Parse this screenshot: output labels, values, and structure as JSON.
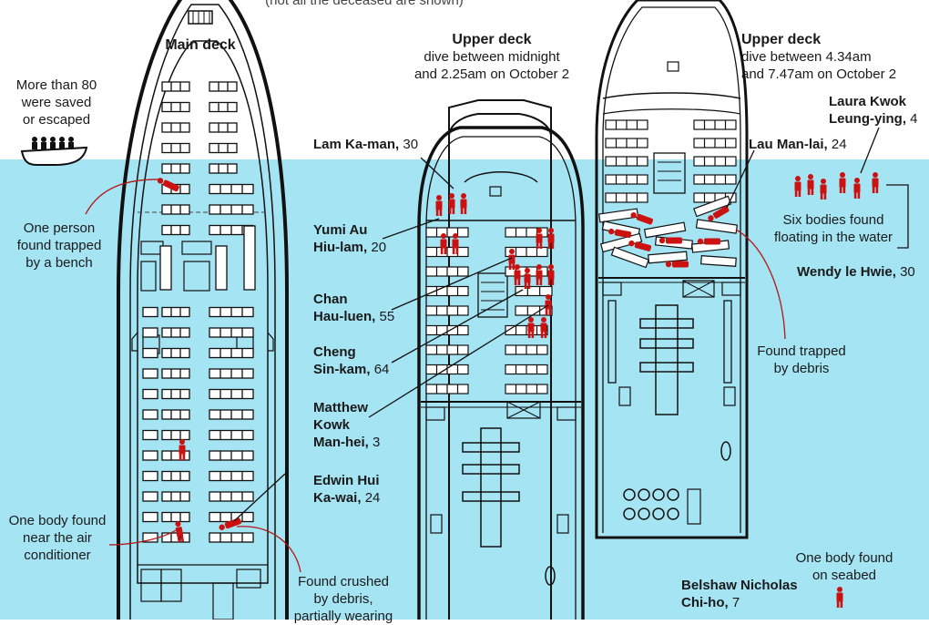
{
  "header_note": "(not all the deceased are shown)",
  "decks": {
    "main": {
      "title": "Main deck"
    },
    "upper1": {
      "title": "Upper deck",
      "subtitle_l1": "dive between midnight",
      "subtitle_l2": "and 2.25am on October 2"
    },
    "upper2": {
      "title": "Upper deck",
      "subtitle_l1": "dive between 4.34am",
      "subtitle_l2": "and 7.47am on October 2"
    }
  },
  "notes": {
    "saved_l1": "More than 80",
    "saved_l2": "were saved",
    "saved_l3": "or escaped",
    "bench_l1": "One person",
    "bench_l2": "found trapped",
    "bench_l3": "by a bench",
    "aircon_l1": "One body found",
    "aircon_l2": "near the air",
    "aircon_l3": "conditioner",
    "crushed_l1": "Found crushed",
    "crushed_l2": "by debris,",
    "crushed_l3": "partially wearing",
    "floating_l1": "Six bodies found",
    "floating_l2": "floating in the water",
    "debris_l1": "Found trapped",
    "debris_l2": "by debris",
    "seabed_l1": "One body found",
    "seabed_l2": "on seabed"
  },
  "victims": {
    "lam": {
      "name": "Lam Ka-man,",
      "age": "30"
    },
    "yumi": {
      "name_l1": "Yumi Au",
      "name_l2": "Hiu-lam,",
      "age": "20"
    },
    "chan": {
      "name_l1": "Chan",
      "name_l2": "Hau-luen,",
      "age": "55"
    },
    "cheng": {
      "name_l1": "Cheng",
      "name_l2": "Sin-kam,",
      "age": "64"
    },
    "matthew": {
      "name_l1": "Matthew",
      "name_l2": "Kowk",
      "name_l3": "Man-hei,",
      "age": "3"
    },
    "edwin": {
      "name_l1": "Edwin Hui",
      "name_l2": "Ka-wai,",
      "age": "24"
    },
    "laura": {
      "name_l1": "Laura Kwok",
      "name_l2": "Leung-ying,",
      "age": "4"
    },
    "lau": {
      "name": "Lau Man-lai,",
      "age": "24"
    },
    "wendy": {
      "name": "Wendy le Hwie,",
      "age": "30"
    },
    "belshaw": {
      "name_l1": "Belshaw Nicholas",
      "name_l2": "Chi-ho,",
      "age": "7"
    }
  },
  "colors": {
    "sea": "#a5e4f3",
    "victim": "#cc1111",
    "line": "#111111",
    "pointer_red": "#b51515"
  }
}
